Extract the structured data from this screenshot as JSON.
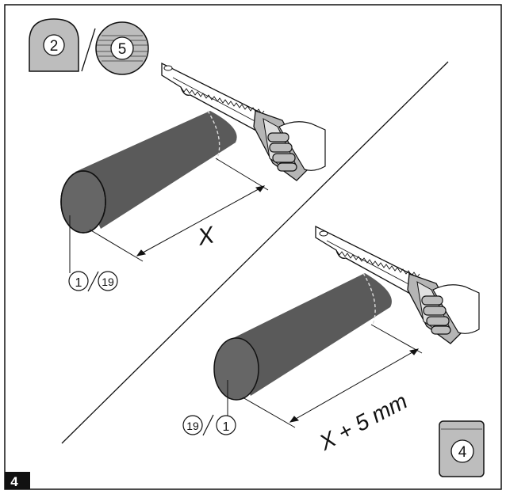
{
  "step": {
    "number": "4"
  },
  "badges": {
    "top_left_a": "2",
    "top_left_b": "5",
    "bottom_right": "4"
  },
  "panel_a": {
    "part_first": "1",
    "part_second": "19",
    "dimension": "X"
  },
  "panel_b": {
    "part_first": "19",
    "part_second": "1",
    "dimension": "X + 5 mm"
  },
  "colors": {
    "tube": "#5a5a5a",
    "tube_end": "#666666",
    "badge_fill": "#bdbdbd",
    "frame": "#111111",
    "step_bg": "#111111"
  }
}
